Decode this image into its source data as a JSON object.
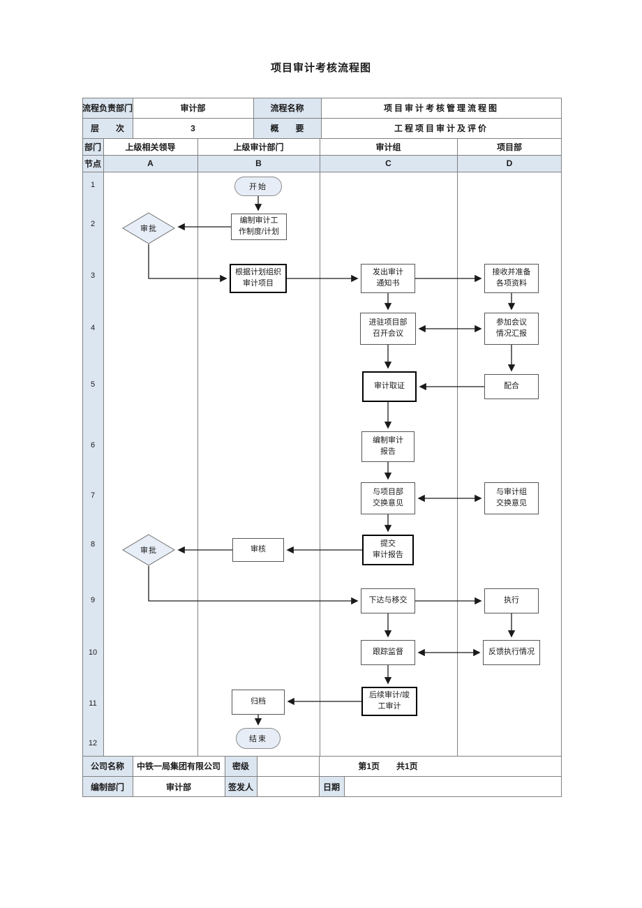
{
  "page": {
    "title": "项目审计考核流程图"
  },
  "info": {
    "owner_label": "流程负责部门",
    "owner": "审计部",
    "name_label": "流程名称",
    "name": "项目审计考核管理流程图",
    "level_label": "层　　次",
    "level": "3",
    "summary_label": "概　　要",
    "summary": "工程项目审计及评价"
  },
  "lanes": {
    "dept_label": "部门",
    "node_label": "节点",
    "a": {
      "dept": "上级相关领导",
      "node": "A"
    },
    "b": {
      "dept": "上级审计部门",
      "node": "B"
    },
    "c": {
      "dept": "审计组",
      "node": "C"
    },
    "d": {
      "dept": "项目部",
      "node": "D"
    }
  },
  "row_numbers": [
    "1",
    "2",
    "3",
    "4",
    "5",
    "6",
    "7",
    "8",
    "9",
    "10",
    "11",
    "12"
  ],
  "nodes": {
    "start": {
      "label": "开始",
      "shape": "stadium"
    },
    "approve1": {
      "label": "审批",
      "shape": "diamond"
    },
    "plan": {
      "label": "编制审计工\n作制度/计划",
      "shape": "rect"
    },
    "organize": {
      "label": "根据计划组织\n审计项目",
      "shape": "rect-bold"
    },
    "notice": {
      "label": "发出审计\n通知书",
      "shape": "rect"
    },
    "receive": {
      "label": "接收并准备\n各项资料",
      "shape": "rect"
    },
    "enter": {
      "label": "进驻项目部\n召开会议",
      "shape": "rect"
    },
    "meeting": {
      "label": "参加会议\n情况汇报",
      "shape": "rect"
    },
    "evidence": {
      "label": "审计取证",
      "shape": "rect-bold"
    },
    "cooperate": {
      "label": "配合",
      "shape": "rect"
    },
    "draft_report": {
      "label": "编制审计\n报告",
      "shape": "rect"
    },
    "exchange_project": {
      "label": "与项目部\n交换意见",
      "shape": "rect"
    },
    "exchange_audit": {
      "label": "与审计组\n交换意见",
      "shape": "rect"
    },
    "approve2": {
      "label": "审批",
      "shape": "diamond"
    },
    "review": {
      "label": "审核",
      "shape": "rect"
    },
    "submit": {
      "label": "提交\n审计报告",
      "shape": "rect-bold"
    },
    "issue": {
      "label": "下达与移交",
      "shape": "rect"
    },
    "execute": {
      "label": "执行",
      "shape": "rect"
    },
    "monitor": {
      "label": "跟踪监督",
      "shape": "rect"
    },
    "feedback": {
      "label": "反馈执行情况",
      "shape": "rect"
    },
    "archive": {
      "label": "归档",
      "shape": "rect"
    },
    "followup": {
      "label": "后续审计/竣\n工审计",
      "shape": "rect-bold"
    },
    "end": {
      "label": "结束",
      "shape": "stadium"
    }
  },
  "footer": {
    "company_label": "公司名称",
    "company": "中铁一局集团有限公司",
    "secrecy_label": "密级",
    "secrecy": "",
    "pages": "第1页　　共1页",
    "dept_label": "编制部门",
    "dept": "审计部",
    "signer_label": "签发人",
    "signer": "",
    "date_label": "日期",
    "date": ""
  },
  "colors": {
    "cell_shade": "#dce6f1",
    "shape_fill": "#e7eef7",
    "grid_line": "#808080",
    "connector": "#1a1a1a"
  }
}
